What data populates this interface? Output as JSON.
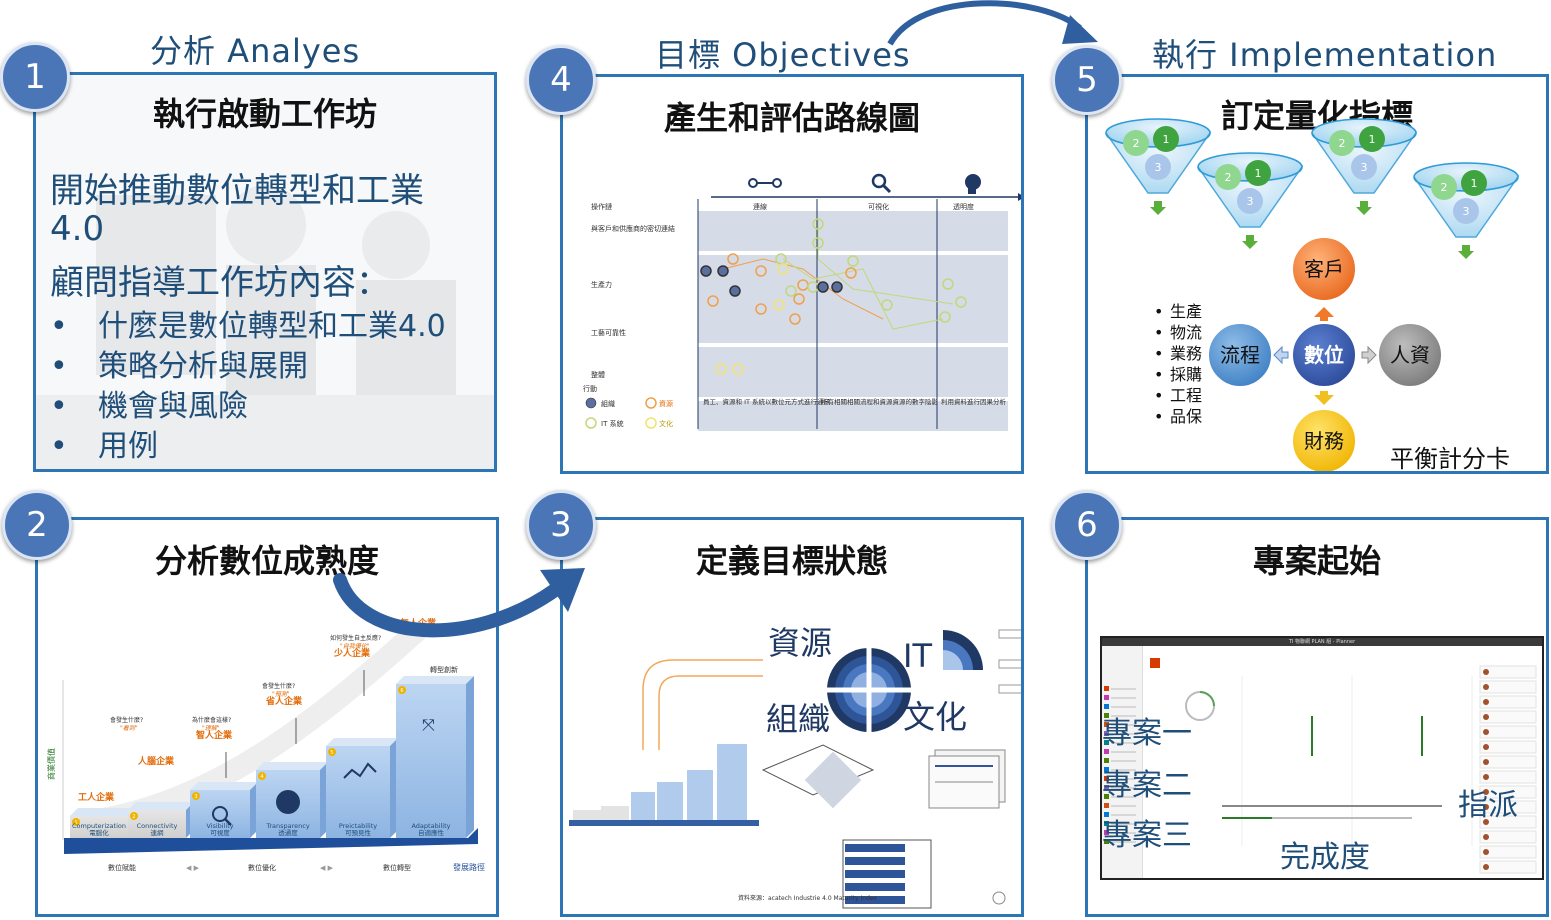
{
  "phases": {
    "analysis": "分析 Analyes",
    "objectives": "目標 Objectives",
    "implementation": "執行 Implementation"
  },
  "panels": {
    "p1": {
      "number": "1",
      "title": "執行啟動工作坊",
      "line1": "開始推動數位轉型和工業",
      "line2": "4.0",
      "line3": "顧問指導工作坊內容：",
      "bullets": [
        "什麼是數位轉型和工業4.0",
        "策略分析與展開",
        "機會與風險",
        "用例"
      ]
    },
    "p2": {
      "number": "2",
      "title": "分析數位成熟度",
      "ylabel": "商業價值",
      "levels": [
        {
          "label": "工人企業",
          "question": "",
          "sub": ""
        },
        {
          "label": "人腦企業",
          "question": "會發生什麼?",
          "sub": "\"看到\""
        },
        {
          "label": "智人企業",
          "question": "為什麼會這樣?",
          "sub": "\"理解\""
        },
        {
          "label": "省人企業",
          "question": "會發生什麼?",
          "sub": "\"預測\""
        },
        {
          "label": "少人企業",
          "question": "如何發生自主反應?",
          "sub": "\"自我優化\""
        },
        {
          "label": "無人企業",
          "question": "",
          "sub": ""
        }
      ],
      "top_note": "轉型創新",
      "blocks": [
        {
          "num": "1",
          "en": "Computerization",
          "zh": "電腦化"
        },
        {
          "num": "2",
          "en": "Connectivity",
          "zh": "連網"
        },
        {
          "num": "3",
          "en": "Visibility",
          "zh": "可視度"
        },
        {
          "num": "4",
          "en": "Transparency",
          "zh": "透通度"
        },
        {
          "num": "5",
          "en": "Preictability",
          "zh": "可預見性"
        },
        {
          "num": "6",
          "en": "Adaptability",
          "zh": "自適應性"
        }
      ],
      "stages": [
        "數位賦能",
        "數位優化",
        "數位轉型"
      ],
      "xlabel": "發展路徑"
    },
    "p3": {
      "number": "3",
      "title": "定義目標狀態",
      "overlay": [
        "資源",
        "IT",
        "組織",
        "文化"
      ],
      "source": "資料來源：acatech Industrie 4.0 Maturity Index"
    },
    "p4": {
      "number": "4",
      "title": "產生和評估路線圖",
      "columns": [
        "連線",
        "可視化",
        "透明度"
      ],
      "rows": [
        "操作鏈",
        "與客戶和供應商的密切連結",
        "生產力",
        "工藝可靠性",
        "整體"
      ],
      "legend_title": "行動",
      "legend": [
        {
          "label": "組織",
          "color": "#5a6fa0"
        },
        {
          "label": "資源",
          "color": "#f0a04a"
        },
        {
          "label": "IT 系統",
          "color": "#c2d87a"
        },
        {
          "label": "文化",
          "color": "#f2e36a"
        }
      ],
      "notes": [
        "員工、資源和 IT 系統以數位元方式進行通訊",
        "所有相關相關流程和資源資源的數字陰影",
        "利用資料進行因果分析"
      ]
    },
    "p5": {
      "number": "5",
      "title": "訂定量化指標",
      "center": "數位",
      "nodes": {
        "top": "客戶",
        "left": "流程",
        "right": "人資",
        "bottom": "財務"
      },
      "funnel_nums": [
        "1",
        "2",
        "3"
      ],
      "list": [
        "生產",
        "物流",
        "業務",
        "採購",
        "工程",
        "品保"
      ],
      "caption": "平衡計分卡"
    },
    "p6": {
      "number": "6",
      "title": "專案起始",
      "app_title": "TI 物聯網 PLAN 組 - Planner",
      "projects": [
        "專案一",
        "專案二",
        "專案三"
      ],
      "assign": "指派",
      "progress": "完成度"
    }
  },
  "colors": {
    "accent": "#2e75b6",
    "badge": "#4a76b8",
    "phase_text": "#1f4e79",
    "orange": "#e36c0a",
    "bar_blue": "#a9c6ea"
  }
}
